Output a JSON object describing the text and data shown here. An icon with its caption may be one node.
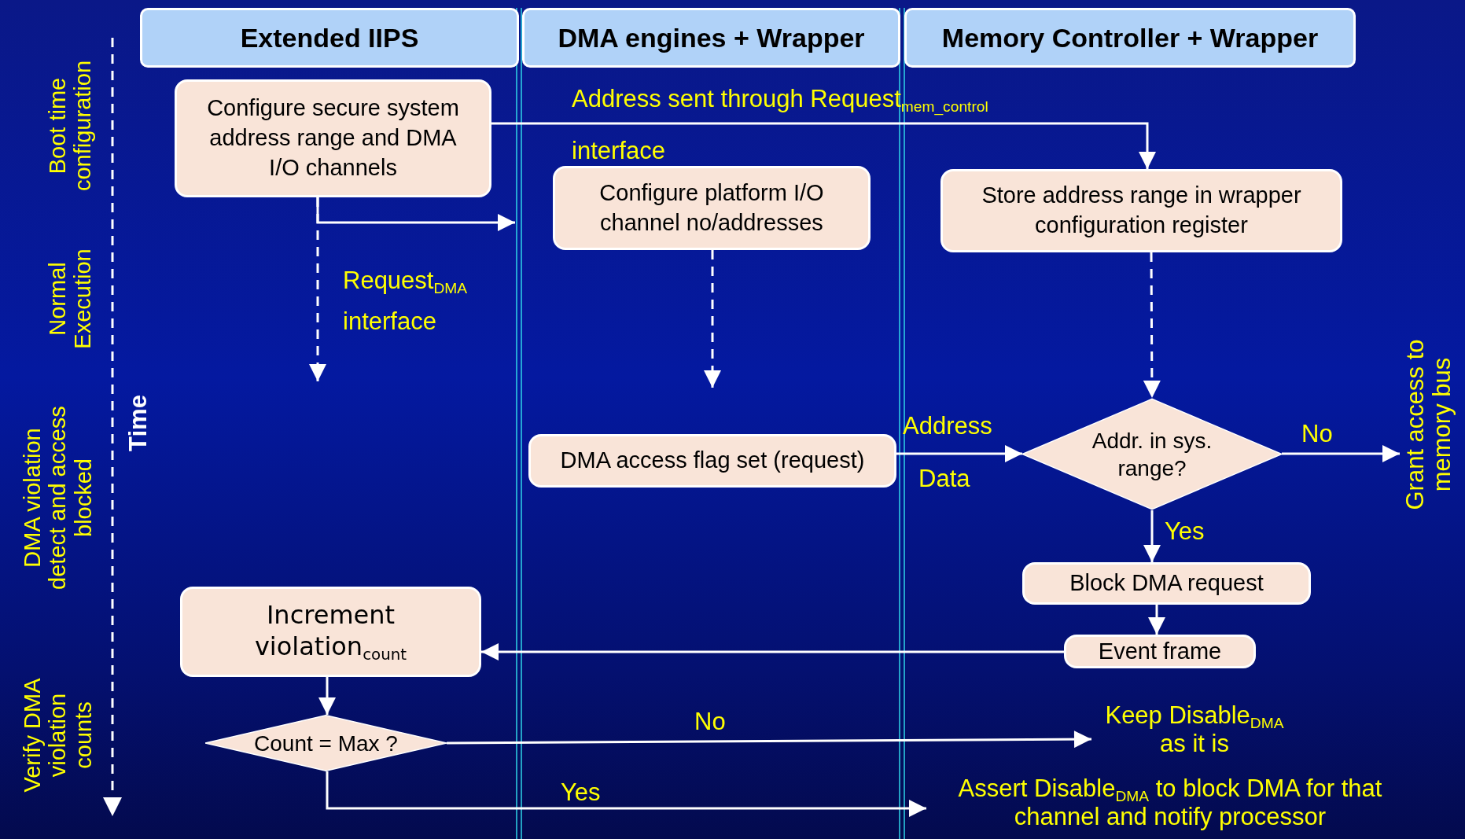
{
  "diagram": {
    "nodes": [
      {
        "text": [
          "Extended IIPS"
        ]
      },
      {
        "text": [
          "DMA engines + Wrapper"
        ]
      },
      {
        "text": [
          "Memory Controller + Wrapper"
        ]
      },
      {
        "text": [
          "Configure secure system address range and DMA I/O channels"
        ]
      },
      {
        "text": [
          "Configure platform I/O channel no/addresses"
        ]
      },
      {
        "text": [
          "Store address range in wrapper configuration register"
        ]
      },
      {
        "text": [
          "DMA access flag set (request)"
        ]
      },
      {
        "text": [
          "Addr. in sys. range?"
        ]
      },
      {
        "text": [
          "Block DMA request"
        ]
      },
      {
        "text": [
          "Event frame"
        ]
      },
      {
        "text": [
          "Increment violation$_{count}$"
        ]
      },
      {
        "text": [
          "Count = Max ?"
        ]
      },
      {
        "text": [
          "Keep Disable$_{DMA}$ as it is"
        ]
      },
      {
        "text": [
          "Assert Disable$_{DMA}$ to block DMA for that channel and notify processor"
        ]
      },
      {
        "text": [
          "Grant access to memory bus"
        ]
      }
    ],
    "edges": [
      {
        "from": 3,
        "to": null,
        "arrow": "to"
      },
      {
        "from": 3,
        "to": 5,
        "arrow": "to",
        "label": "Address sent through Request$_{mem_control}$ interface"
      },
      {
        "from": 3,
        "to": null,
        "arrow": "to",
        "style": "dashed",
        "label": "Request$_{DMA}$ interface"
      },
      {
        "from": 4,
        "to": null,
        "arrow": "to",
        "style": "dashed"
      },
      {
        "from": 5,
        "to": 7,
        "arrow": "to",
        "style": "dashed"
      },
      {
        "from": 6,
        "to": 7,
        "arrow": "to",
        "label": "Address"
      },
      {
        "from": 7,
        "to": 14,
        "arrow": "to",
        "label": "No"
      },
      {
        "from": 7,
        "to": 8,
        "arrow": "to",
        "label": "Yes"
      },
      {
        "from": 8,
        "to": 9,
        "arrow": "to"
      },
      {
        "from": 9,
        "to": 10,
        "arrow": "to"
      },
      {
        "from": 10,
        "to": 11,
        "arrow": "to"
      },
      {
        "from": 11,
        "to": 12,
        "arrow": "to",
        "label": "No"
      },
      {
        "from": 11,
        "to": 13,
        "arrow": "to",
        "label": "Yes"
      }
    ],
    "labels": [
      "Boot time configuration",
      "Normal Execution",
      "DMA violation detect and access blocked",
      "Verify DMA violation counts",
      "Time",
      "Data"
    ]
  }
}
